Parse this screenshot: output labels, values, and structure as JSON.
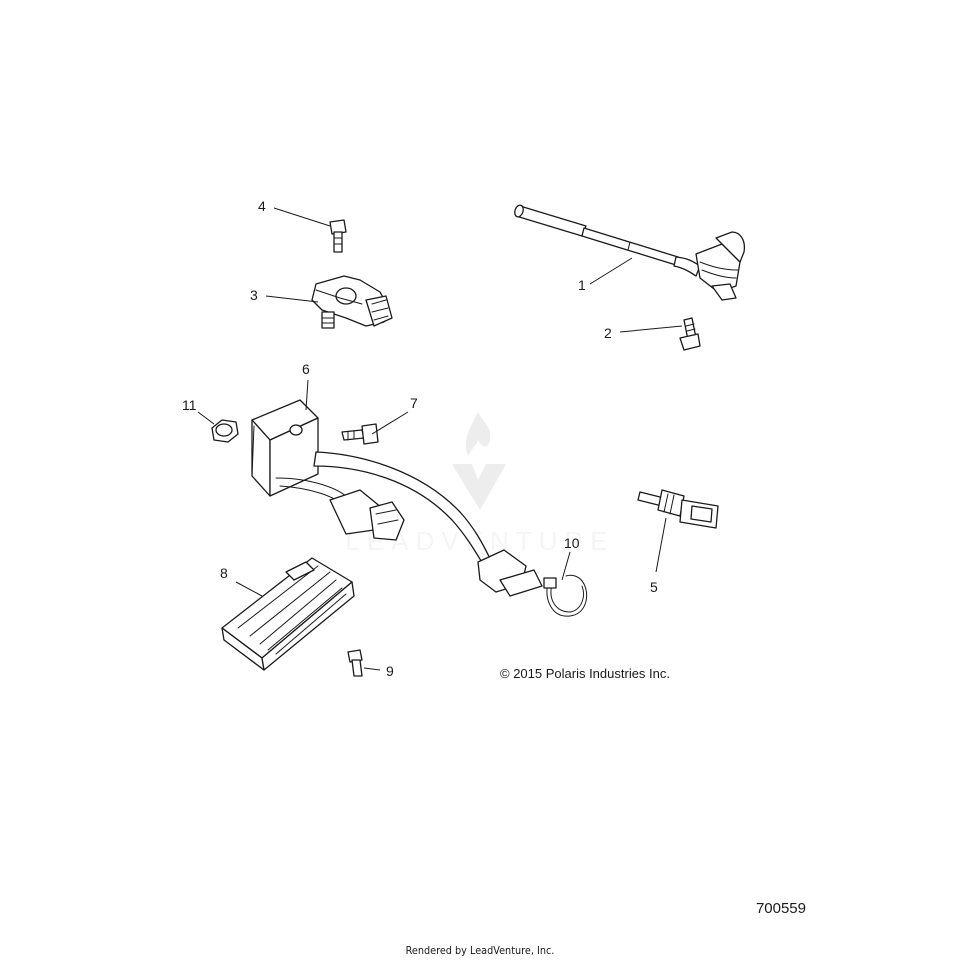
{
  "callouts": [
    {
      "id": "1",
      "label": "1"
    },
    {
      "id": "2",
      "label": "2"
    },
    {
      "id": "3",
      "label": "3"
    },
    {
      "id": "4",
      "label": "4"
    },
    {
      "id": "5",
      "label": "5"
    },
    {
      "id": "6",
      "label": "6"
    },
    {
      "id": "7",
      "label": "7"
    },
    {
      "id": "8",
      "label": "8"
    },
    {
      "id": "9",
      "label": "9"
    },
    {
      "id": "10",
      "label": "10"
    },
    {
      "id": "11",
      "label": "11"
    }
  ],
  "copyright": "© 2015 Polaris Industries Inc.",
  "diagram_number": "700559",
  "render_credit": "Rendered by LeadVenture, Inc.",
  "watermark": "LEADVENTURE"
}
